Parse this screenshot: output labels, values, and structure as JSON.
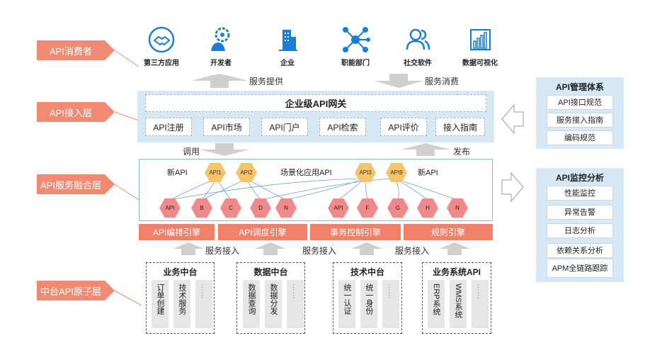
{
  "layers": [
    "API消费者",
    "API接入层",
    "API服务融合层",
    "中台API原子层"
  ],
  "consumers": [
    {
      "label": "第三方应用",
      "icon": "handshake-icon"
    },
    {
      "label": "开发者",
      "icon": "developer-icon"
    },
    {
      "label": "企业",
      "icon": "building-icon"
    },
    {
      "label": "职能部门",
      "icon": "network-icon"
    },
    {
      "label": "社交软件",
      "icon": "users-icon"
    },
    {
      "label": "数据可视化",
      "icon": "bar-chart-icon"
    }
  ],
  "flows": {
    "service_provide": "服务提供",
    "service_consume": "服务消费",
    "call": "调用",
    "publish": "发布",
    "service_access": "服务接入"
  },
  "gateway": {
    "title": "企业级API网关",
    "items": [
      "API注册",
      "API市场",
      "API门户",
      "API检索",
      "API评价",
      "接入指南"
    ]
  },
  "fusion": {
    "new_api_left": "新API",
    "scene_api": "场景化应用API",
    "new_api_right": "新API",
    "top_hexes": [
      "API1",
      "API2",
      "API3",
      "API9"
    ],
    "bottom_hexes": [
      "API",
      "B",
      "C",
      "D",
      "N",
      "API",
      "F",
      "G",
      "H",
      "N"
    ]
  },
  "engines": [
    "API编排引擎",
    "API调度引擎",
    "事务控制引擎",
    "规则引擎"
  ],
  "atomic": [
    {
      "title": "业务中台",
      "cols": [
        "订单创建",
        "技术服务",
        "……"
      ]
    },
    {
      "title": "数据中台",
      "cols": [
        "数据查询",
        "数据分发",
        "……"
      ]
    },
    {
      "title": "技术中台",
      "cols": [
        "统一认证",
        "统一身份",
        "……"
      ]
    },
    {
      "title": "业务系统API",
      "cols": [
        "ERP系统",
        "WMS系统",
        "……"
      ]
    }
  ],
  "management": {
    "title": "API管理体系",
    "items": [
      "API接口规范",
      "服务接入指南",
      "编码规范"
    ]
  },
  "monitoring": {
    "title": "API监控分析",
    "items": [
      "性能监控",
      "异常告警",
      "日志分析",
      "依赖关系分析",
      "APM全链路跟踪"
    ]
  },
  "colors": {
    "accent": "#f08a72",
    "panel": "#d6e8f6",
    "hex_yellow": "#f5c36b",
    "hex_pink": "#f08a8a",
    "icon_blue": "#1a7fd4"
  }
}
